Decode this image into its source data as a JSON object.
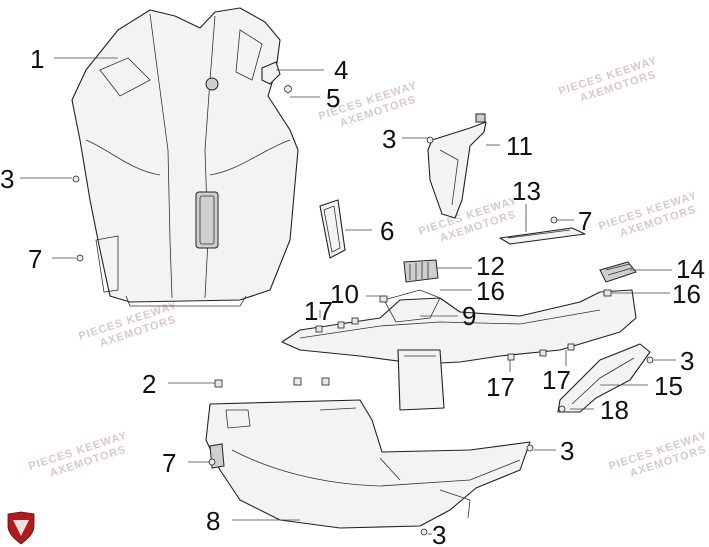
{
  "watermark": {
    "line1": "PIECES KEEWAY",
    "line2": "AXEMOTORS",
    "color": "#d9c9c9"
  },
  "logo": {
    "name": "brand-shield-logo",
    "color": "#b01c1c"
  },
  "callouts": [
    "1",
    "2",
    "3",
    "4",
    "5",
    "6",
    "7",
    "8",
    "9",
    "10",
    "11",
    "12",
    "13",
    "14",
    "15",
    "16",
    "17",
    "18"
  ]
}
